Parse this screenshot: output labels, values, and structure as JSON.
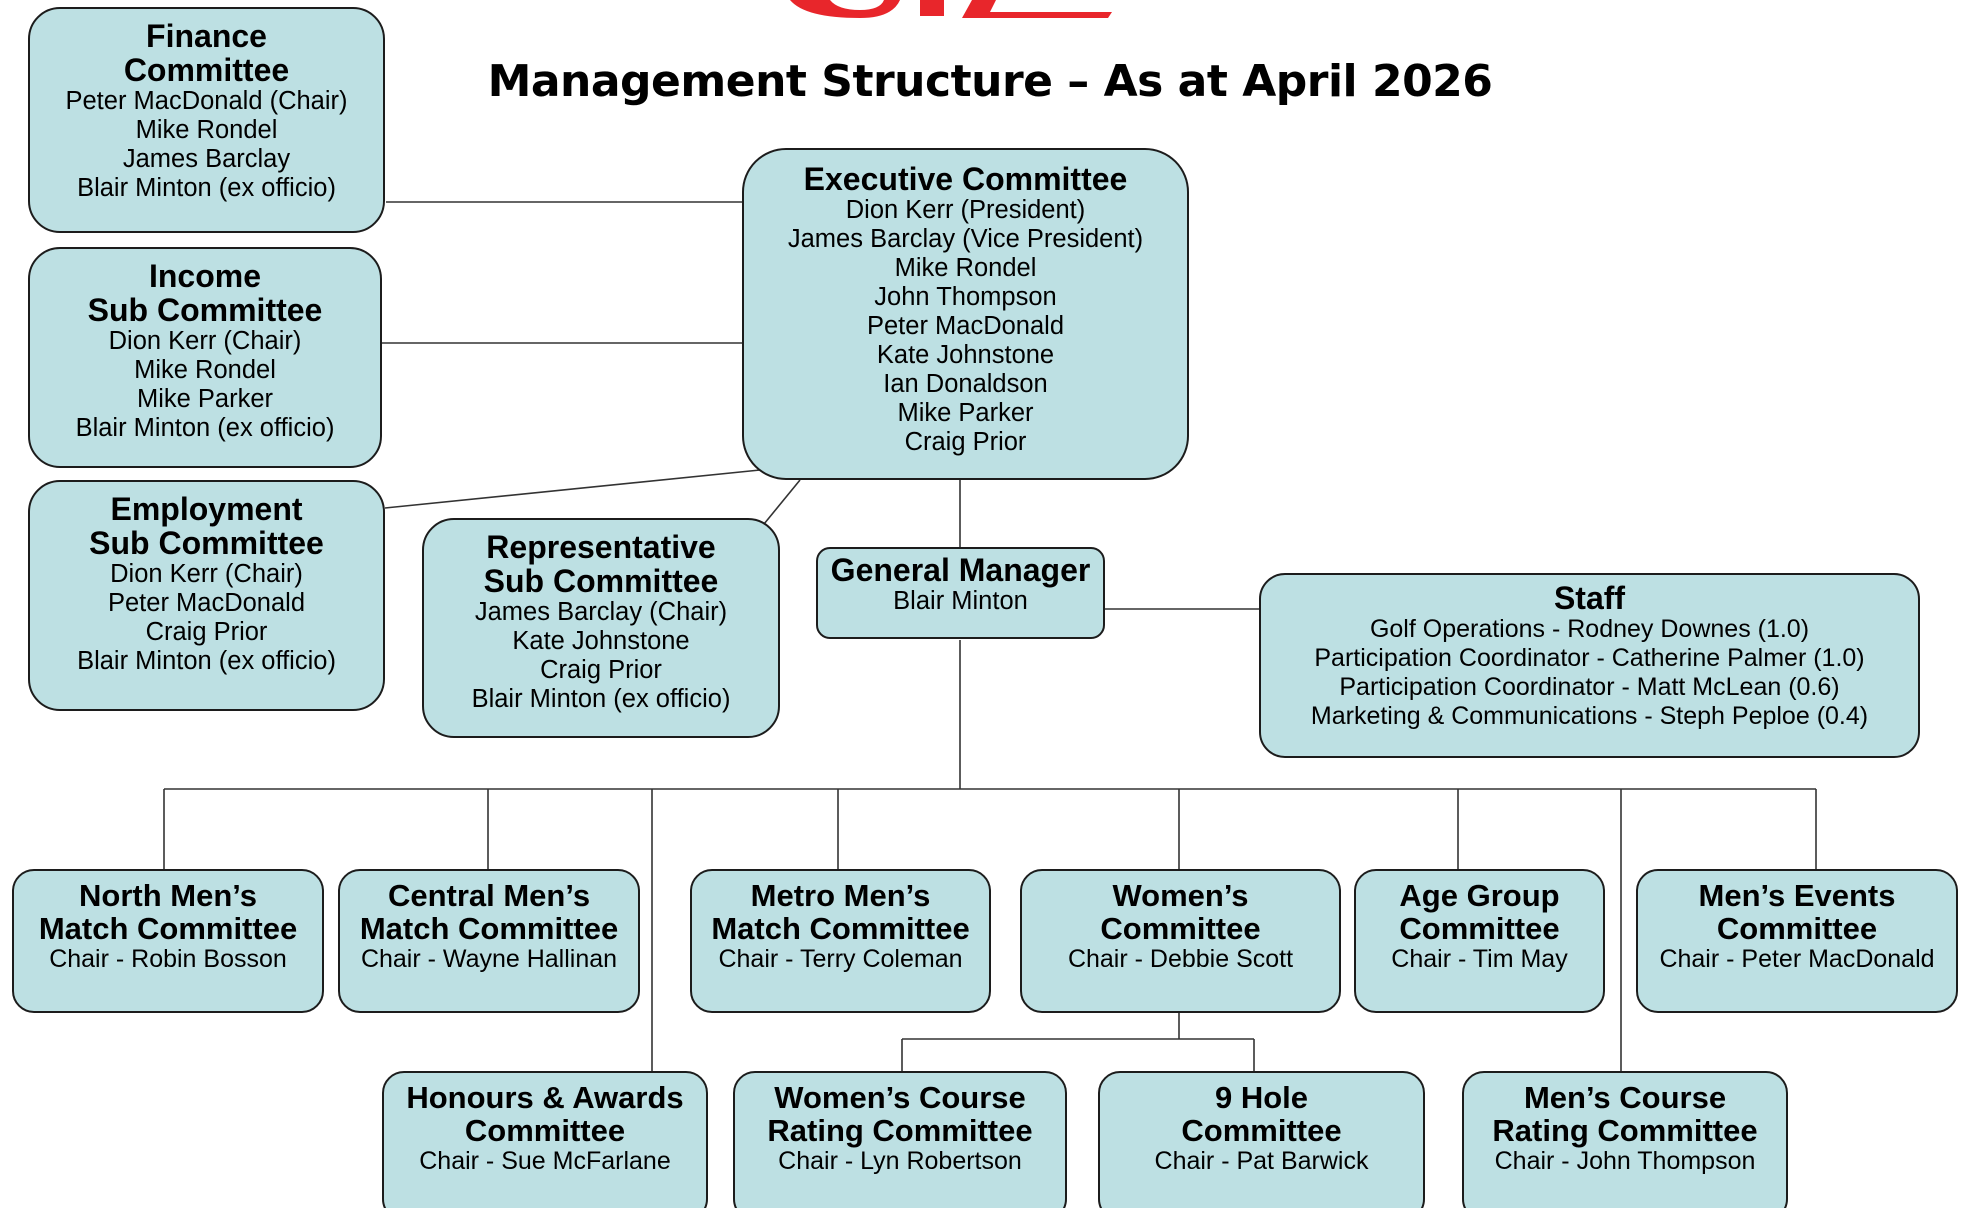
{
  "title": "Management Structure – As at April 2026",
  "logo": {
    "text": "GS",
    "color": "#e8262b"
  },
  "colors": {
    "box_fill": "#bde0e3",
    "box_border": "#1c1c1c",
    "line": "#333333"
  },
  "executive": {
    "heading": "Executive Committee",
    "members": [
      "Dion Kerr (President)",
      "James Barclay (Vice President)",
      "Mike Rondel",
      "John Thompson",
      "Peter MacDonald",
      "Kate Johnstone",
      "Ian Donaldson",
      "Mike Parker",
      "Craig Prior"
    ]
  },
  "finance": {
    "heading": [
      "Finance",
      "Committee"
    ],
    "members": [
      "Peter MacDonald (Chair)",
      "Mike Rondel",
      "James Barclay",
      "Blair Minton (ex officio)"
    ]
  },
  "income": {
    "heading": [
      "Income",
      "Sub Committee"
    ],
    "members": [
      "Dion Kerr (Chair)",
      "Mike Rondel",
      "Mike Parker",
      "Blair Minton (ex officio)"
    ]
  },
  "employment": {
    "heading": [
      "Employment",
      "Sub Committee"
    ],
    "members": [
      "Dion Kerr (Chair)",
      "Peter MacDonald",
      "Craig Prior",
      "Blair Minton (ex officio)"
    ]
  },
  "representative": {
    "heading": [
      "Representative",
      "Sub Committee"
    ],
    "members": [
      "James Barclay (Chair)",
      "Kate Johnstone",
      "Craig Prior",
      "Blair Minton (ex officio)"
    ]
  },
  "general_manager": {
    "heading": "General Manager",
    "name": "Blair Minton"
  },
  "staff": {
    "heading": "Staff",
    "members": [
      "Golf Operations - Rodney Downes (1.0)",
      "Participation Coordinator - Catherine Palmer (1.0)",
      "Participation Coordinator - Matt McLean (0.6)",
      "Marketing & Communications - Steph Peploe (0.4)"
    ]
  },
  "committees": [
    {
      "heading": [
        "North Men’s",
        "Match Committee"
      ],
      "chair": "Chair - Robin Bosson"
    },
    {
      "heading": [
        "Central Men’s",
        "Match Committee"
      ],
      "chair": "Chair - Wayne Hallinan"
    },
    {
      "heading": [
        "Metro Men’s",
        "Match Committee"
      ],
      "chair": "Chair - Terry Coleman"
    },
    {
      "heading": [
        "Women’s",
        "Committee"
      ],
      "chair": "Chair - Debbie Scott"
    },
    {
      "heading": [
        "Age Group",
        "Committee"
      ],
      "chair": "Chair - Tim May"
    },
    {
      "heading": [
        "Men’s Events",
        "Committee"
      ],
      "chair": "Chair - Peter MacDonald"
    },
    {
      "heading": [
        "Honours & Awards",
        "Committee"
      ],
      "chair": "Chair - Sue McFarlane"
    },
    {
      "heading": [
        "Women’s Course",
        "Rating Committee"
      ],
      "chair": "Chair - Lyn Robertson"
    },
    {
      "heading": [
        "9 Hole",
        "Committee"
      ],
      "chair": "Chair - Pat Barwick"
    },
    {
      "heading": [
        "Men’s Course",
        "Rating Committee"
      ],
      "chair": "Chair - John Thompson"
    }
  ]
}
